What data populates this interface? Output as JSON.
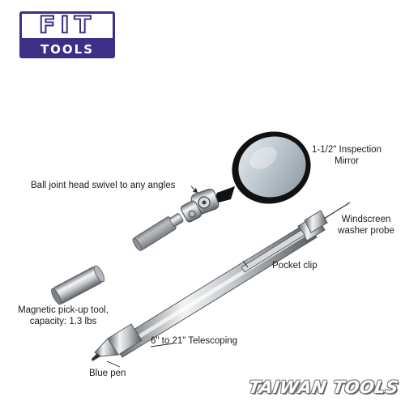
{
  "logo": {
    "top_text": "FIT",
    "bottom_text": "TOOLS",
    "brand_color": "#3d2f86"
  },
  "labels": {
    "mirror_line1": "1-1/2\" Inspection",
    "mirror_line2": "Mirror",
    "ball_joint": "Ball joint head swivel to any angles",
    "probe_line1": "Windscreen",
    "probe_line2": "washer probe",
    "pocket_clip": "Pocket clip",
    "magnetic_line1": "Magnetic pick-up tool,",
    "magnetic_line2": "capacity: 1.3 lbs",
    "telescoping": "6\" to 21\" Telescoping",
    "blue_pen": "Blue pen"
  },
  "watermark": "TAIWAN TOOLS"
}
